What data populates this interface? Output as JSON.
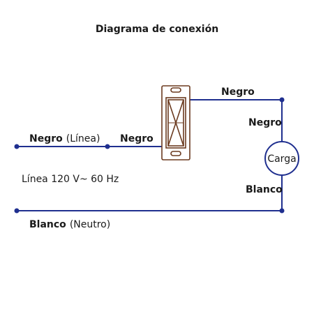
{
  "title": "Diagrama de conexión",
  "labels": {
    "left_top_bold": "Negro",
    "left_top_normal": "(Línea)",
    "mid_black": "Negro",
    "top_right_black": "Negro",
    "right_vertical_black": "Negro",
    "right_vertical_white": "Blanco",
    "supply": "Línea 120 V~ 60 Hz",
    "bottom_bold": "Blanco",
    "bottom_normal": "(Neutro)"
  },
  "load": {
    "label": "Carga"
  },
  "colors": {
    "wire": "#1f2f8f",
    "switch_outline": "#6b3a1f",
    "text": "#1a1a1a"
  }
}
